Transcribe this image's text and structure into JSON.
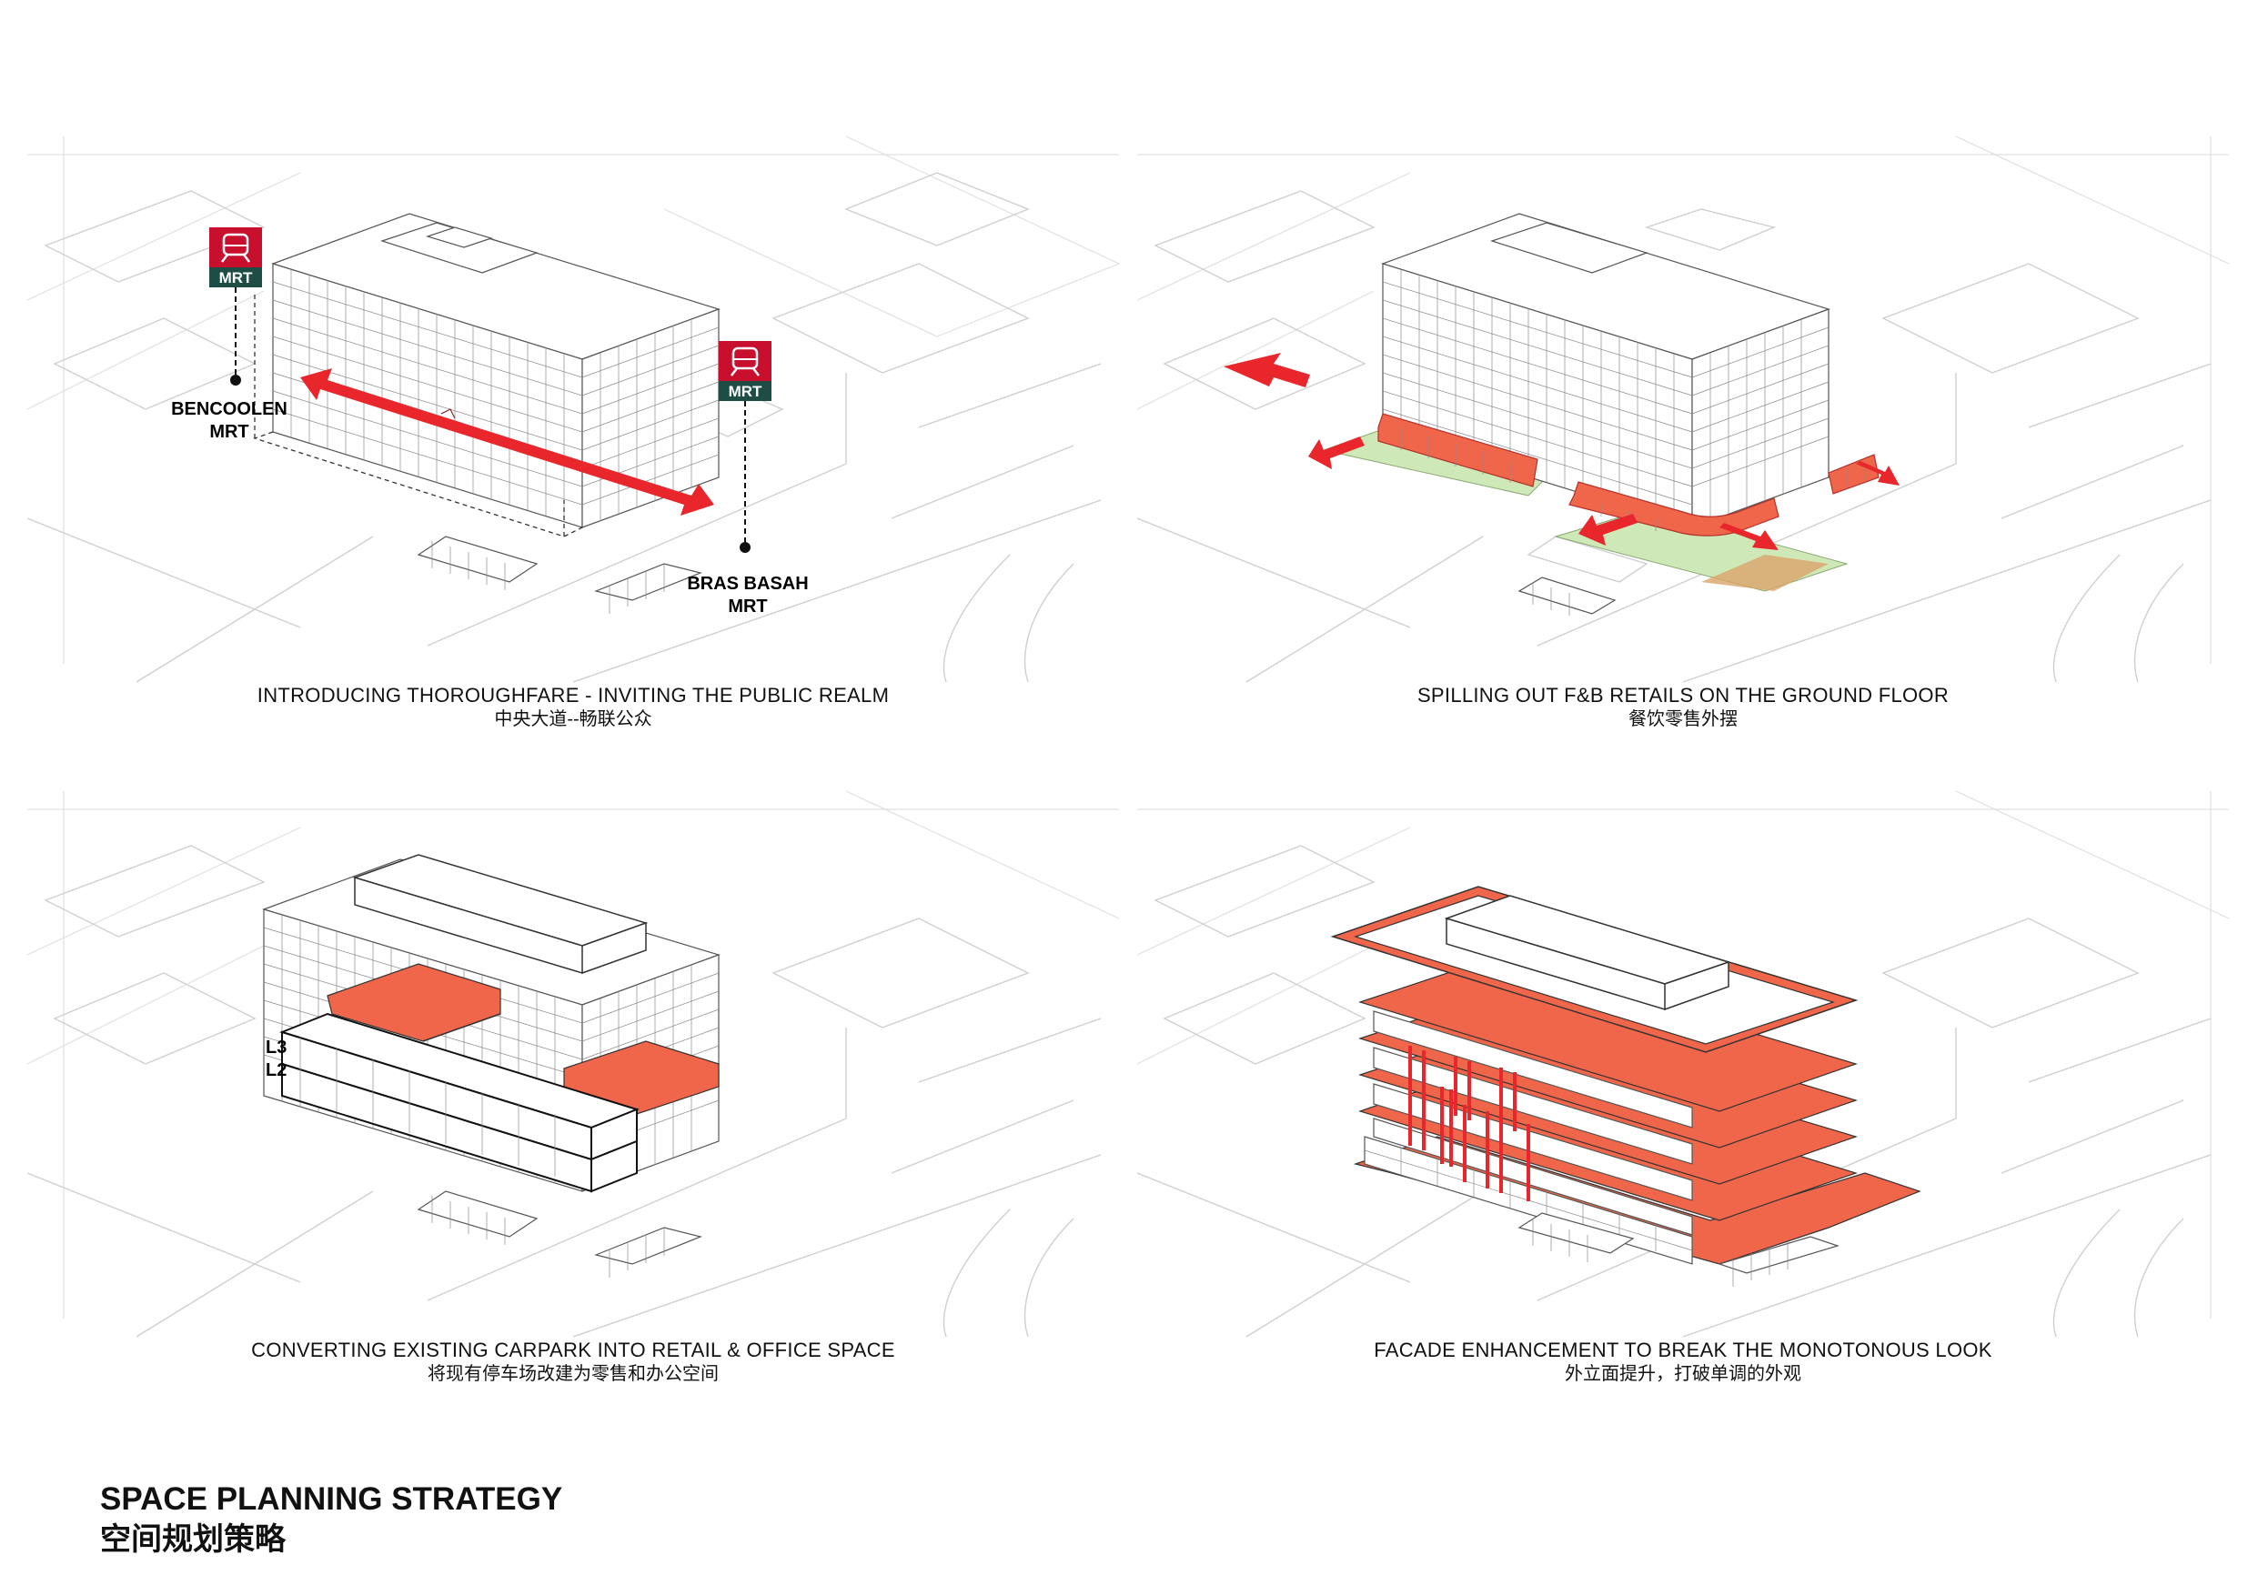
{
  "page": {
    "title": "SPACE PLANNING STRATEGY",
    "title_zh": "空间规划策略"
  },
  "panels": [
    {
      "caption_en": "INTRODUCING THOROUGHFARE - INVITING THE PUBLIC REALM",
      "caption_zh": "中央大道--畅联公众",
      "labels": {
        "mrt_badge": "MRT",
        "bencoolen_line1": "BENCOOLEN",
        "bencoolen_line2": "MRT",
        "bras_line1": "BRAS BASAH",
        "bras_line2": "MRT"
      }
    },
    {
      "caption_en": "SPILLING OUT F&B RETAILS ON THE GROUND FLOOR",
      "caption_zh": "餐饮零售外摆"
    },
    {
      "caption_en": "CONVERTING EXISTING CARPARK INTO RETAIL & OFFICE SPACE",
      "caption_zh": "将现有停车场改建为零售和办公空间",
      "labels": {
        "level3": "L3",
        "level2": "L2"
      }
    },
    {
      "caption_en": "FACADE ENHANCEMENT TO BREAK THE MONOTONOUS LOOK",
      "caption_zh": "外立面提升，打破单调的外观"
    }
  ],
  "colors": {
    "accent_red": "#e8262b",
    "accent_orange": "#f0664a",
    "mrt_red": "#c8102e",
    "mrt_green": "#1e4d45",
    "plaza_green": "#cfe8b8",
    "context_line": "#cfcfcf"
  },
  "icons": [
    "train-icon",
    "arrow-icon"
  ]
}
